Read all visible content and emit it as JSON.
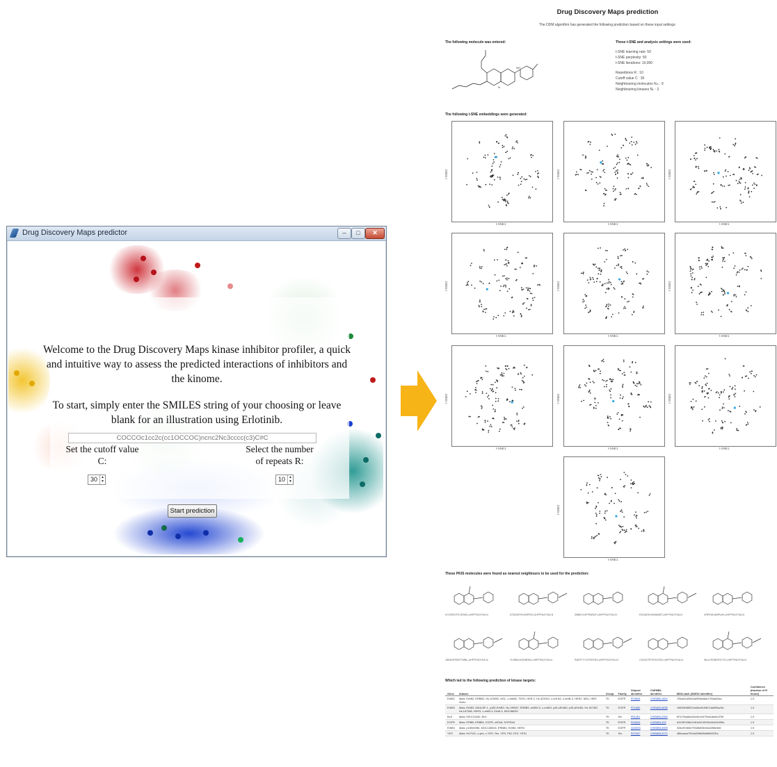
{
  "window": {
    "title": "Drug Discovery Maps predictor",
    "welcome": "Welcome to the Drug Discovery Maps kinase inhibitor profiler, a quick and intuitive way to assess the predicted interactions of inhibitors and the kinome.",
    "start_text": "To start, simply enter the SMILES string of your choosing or leave blank for an illustration using Erlotinib.",
    "smiles_placeholder": "COCCOc1cc2c(cc1OCCOC)ncnc2Nc3cccc(c3)C#C",
    "cutoff_label": "Set the cutoff value C:",
    "cutoff_value": "30",
    "repeats_label": "Select the number of repeats R:",
    "repeats_value": "10",
    "start_button": "Start prediction",
    "colors": {
      "red": "#c0181c",
      "green": "#3aa14a",
      "yellow": "#f0b800",
      "blue": "#1a3fd0",
      "teal": "#0e8b84"
    }
  },
  "report": {
    "title": "Drug Discovery Maps prediction",
    "subtitle": "The DDM algorithm has generated the following prediction based on these input settings:",
    "molecule_heading": "The following molecule was entered:",
    "settings_heading": "These t-SNE and analysis settings were used:",
    "settings": [
      "t-SNE learning rate: 50",
      "t-SNE perplexity: 50",
      "t-SNE iterations: 10,000",
      "Repetitions R : 10",
      "Cutoff value C : 30",
      "Neighbouring molecules Nₘ : 9",
      "Neighbouring kinases Nₖ : 3"
    ],
    "embeddings_heading": "The following t-SNE embeddings were generated:",
    "x_axis_label": "t-SNE1",
    "y_axis_label": "t-SNE2",
    "neighbours_heading": "These PKIS molecules were found as nearest neighbours to be used for the prediction:",
    "neighbours": [
      "IVYZKRCFCVDSKD-UHFFFAOYSA-N",
      "DTDDKRYKGIRPDV-UHFFFAOYSA-N",
      "ZBBDYUJFPDIEDF-UHFFFAOYSA-N",
      "RCDUEDXHNWABT-UHFFFAOYSA-N",
      "XRRFUKUBPNJH-UHFFFAOYSA-N",
      "JWNZVPEWTYMBL-UHFFFAOYSA-N",
      "YLRBDLKODNRKU-UHFFFAOYSA-N",
      "RARTTYYZTRHYDS-UHFFFAOYSA-N",
      "CJDVDTFFDYKCRG-UHFFFAOYSA-N",
      "WLLKPDBSPXCTG-UHFFFAOYSA-N"
    ],
    "prediction_heading": "Which led to the following prediction of kinase targets:",
    "table": {
      "headers": [
        "Gene",
        "Aliases",
        "Group",
        "Family",
        "Uniprot identifier",
        "ChEMBL identifier",
        "MD5-hash (SNEXI identifier)",
        "Confidence (fraction of R found)"
      ],
      "rows": [
        [
          "ErbB2",
          "Alias: ErbB2, ERBB2, Hs.103992, NGL, c-erbB2, TKR1, HER-2, Hs.323910, c-erb B2, c-erbB-2, HER2, NEU, HER-2/neu",
          "TK",
          "EGFR",
          "P04626",
          "CHEMBL1824",
          "7f3dae1d9db4a099ab8ae17f0ad40ac",
          "1.0"
        ],
        [
          "ErbB3",
          "Alias: ErbB3, MDA-BF-1, p180-ErbB3, Hs.199067, ERBB3, erbB3-S, c-erbB3, p45-sErbB3, p45-sErbB3, Hs.167387, Hs.167386, HER3, c-erbB-3, ErbB-3, MGC88033",
          "TK",
          "EGFR",
          "P21860",
          "CHEMBL5838",
          "19639e98537ea0be8159b7da599ac0fc",
          "1.0"
        ],
        [
          "BLK",
          "Alias: MGC10442, BLK",
          "TK",
          "Src",
          "P51451",
          "CHEMBL2250",
          "f57c75daba16cb5c1ed754a1ab8c2235",
          "1.0"
        ],
        [
          "EGFR",
          "Alias: ERBB, ERBB1, EGFR, mENA, EGFRvIII",
          "TK",
          "EGFR",
          "P00533",
          "CHEMBL203",
          "b41987e56a7e61e8140240c8c641496c",
          "1.0"
        ],
        [
          "ErbB4",
          "Alias: p180erbB4, MGC138404, ERBB4, ErbB4, HER4",
          "TK",
          "EGFR",
          "Q15303",
          "CHEMBL3009",
          "32dc904b64790d5d53bb4a1f86e4b6",
          "1.0"
        ],
        [
          "YES",
          "Alias: HsT441, c-yes, c-YES, Yes, YES, P61-YES, YES1",
          "TK",
          "Src",
          "P07947",
          "CHEMBL2073",
          "46feaaca702da32fdf4ffa96b632f1c",
          "1.0"
        ]
      ]
    }
  }
}
